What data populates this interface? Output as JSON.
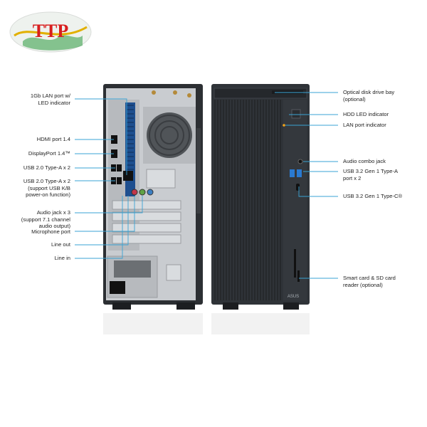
{
  "logo": {
    "text": "TTP",
    "text_color": "#d81e1e",
    "accent_color": "#e2b000",
    "map_color": "#2e9b40"
  },
  "rear_labels": [
    {
      "id": "lan",
      "lines": [
        "1Gb LAN port w/",
        "LED indicator"
      ]
    },
    {
      "id": "hdmi",
      "lines": [
        "HDMI port 1.4"
      ]
    },
    {
      "id": "dp",
      "lines": [
        "DisplayPort 1.4™"
      ]
    },
    {
      "id": "usb2a",
      "lines": [
        "USB 2.0 Type-A x 2"
      ]
    },
    {
      "id": "usb2b",
      "lines": [
        "USB 2.0 Type-A x 2",
        "(support USB K/B",
        "power-on function)"
      ]
    },
    {
      "id": "audio",
      "lines": [
        "Audio jack x 3",
        "(support 7.1 channel",
        "audio output)"
      ]
    },
    {
      "id": "mic",
      "lines": [
        "Microphone port"
      ]
    },
    {
      "id": "lineout",
      "lines": [
        "Line out"
      ]
    },
    {
      "id": "linein",
      "lines": [
        "Line in"
      ]
    }
  ],
  "front_labels": [
    {
      "id": "odd",
      "lines": [
        "Optical disk drive bay",
        "(optional)"
      ]
    },
    {
      "id": "hdd",
      "lines": [
        "HDD LED indicator"
      ]
    },
    {
      "id": "lanled",
      "lines": [
        "LAN port indicator"
      ]
    },
    {
      "id": "combo",
      "lines": [
        "Audio combo jack"
      ]
    },
    {
      "id": "usb32a",
      "lines": [
        "USB 3.2 Gen 1 Type-A",
        "port x 2"
      ]
    },
    {
      "id": "usb32c",
      "lines": [
        "USB 3.2 Gen 1 Type-C®"
      ]
    },
    {
      "id": "card",
      "lines": [
        "Smart card & SD card",
        "reader (optional)"
      ]
    }
  ],
  "front_brand": "ASUS",
  "colors": {
    "leader_line": "#3aa3d4",
    "case_dark": "#2c2f33",
    "panel_silver": "#c9ccd0",
    "slot_blue": "#1e4f8f"
  }
}
